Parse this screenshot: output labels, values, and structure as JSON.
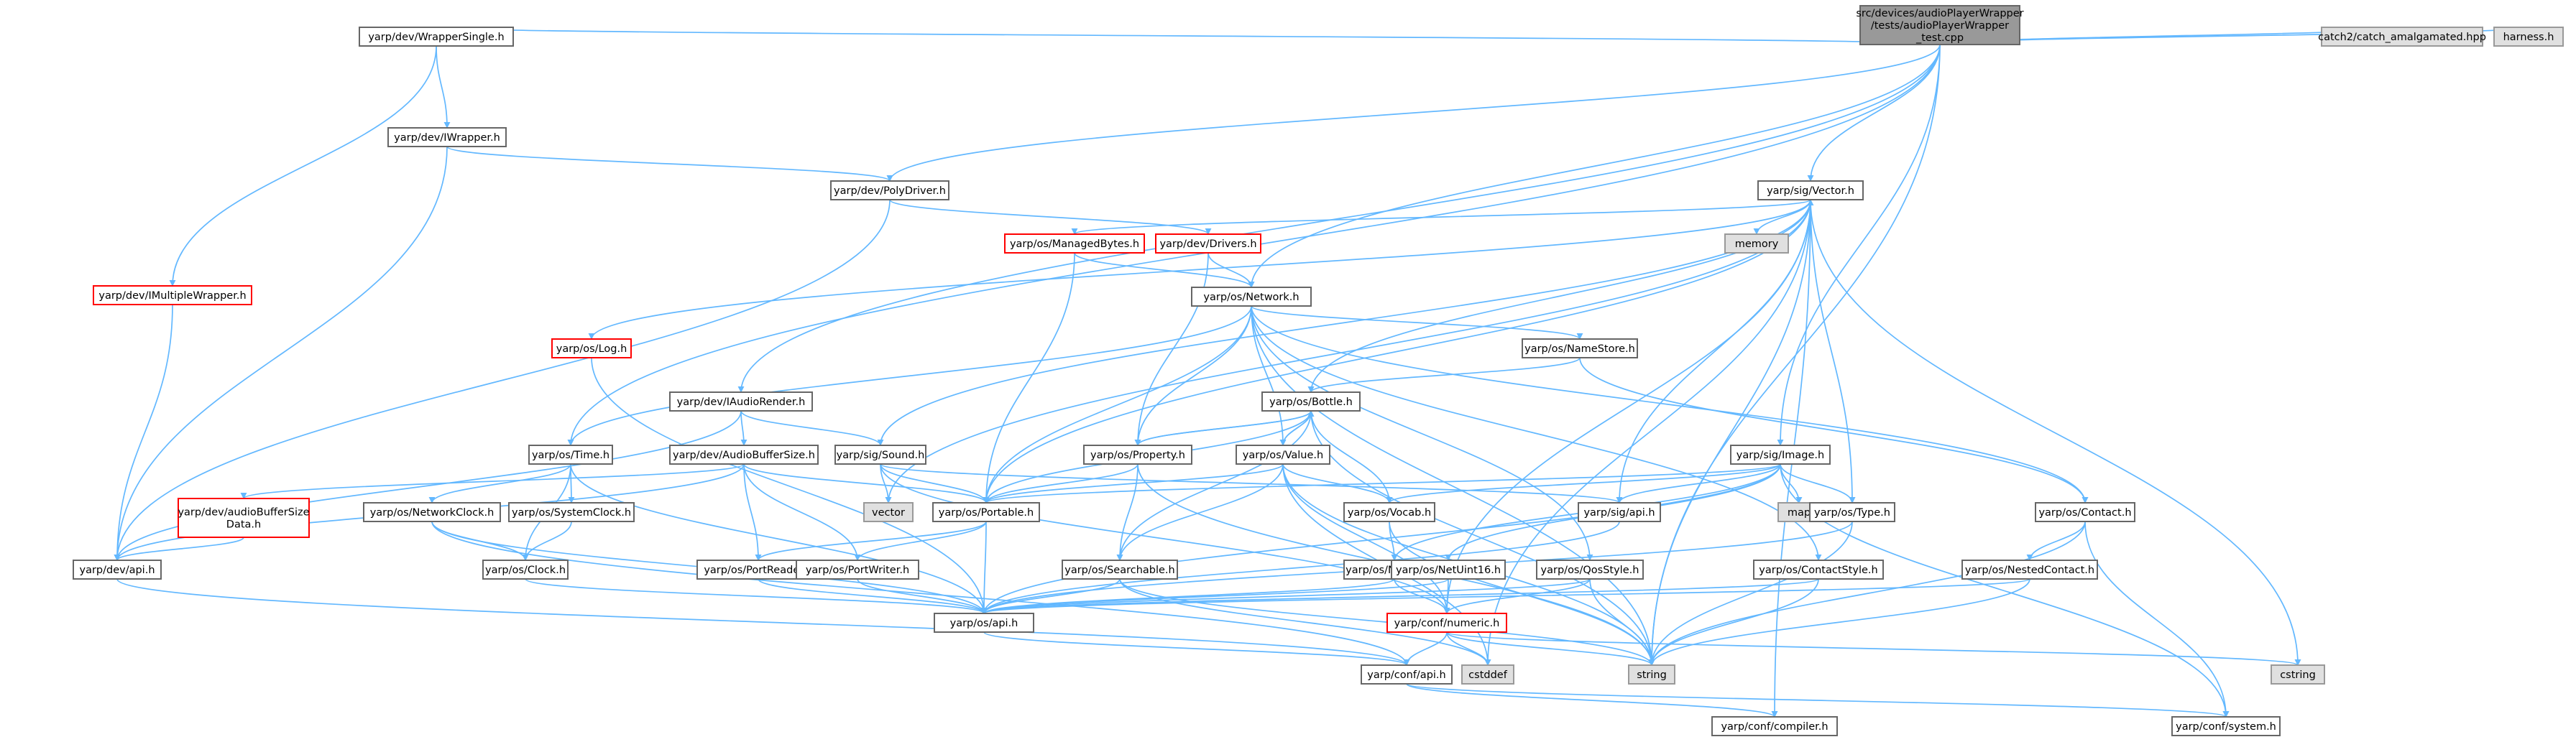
{
  "colors": {
    "edge": "#63b8ff",
    "node_border": "#666666",
    "node_fill": "#ffffff",
    "external_fill": "#e0e0e0",
    "external_border": "#999999",
    "truncated_border": "#ff0000",
    "root_fill": "#999999",
    "root_border": "#666666"
  },
  "nodes": [
    {
      "id": "root",
      "label": "src/devices/audioPlayerWrapper\n/tests/audioPlayerWrapper\n_test.cpp",
      "style": "root"
    },
    {
      "id": "wrappersingle",
      "label": "yarp/dev/WrapperSingle.h",
      "style": "normal"
    },
    {
      "id": "catch2",
      "label": "catch2/catch_amalgamated.hpp",
      "style": "external"
    },
    {
      "id": "harness",
      "label": "harness.h",
      "style": "external"
    },
    {
      "id": "iwrapper",
      "label": "yarp/dev/IWrapper.h",
      "style": "normal"
    },
    {
      "id": "polydriver",
      "label": "yarp/dev/PolyDriver.h",
      "style": "normal"
    },
    {
      "id": "sigvector",
      "label": "yarp/sig/Vector.h",
      "style": "normal"
    },
    {
      "id": "memory",
      "label": "memory",
      "style": "external"
    },
    {
      "id": "managedbytes",
      "label": "yarp/os/ManagedBytes.h",
      "style": "truncated"
    },
    {
      "id": "drivers",
      "label": "yarp/dev/Drivers.h",
      "style": "truncated"
    },
    {
      "id": "imultiplewrapper",
      "label": "yarp/dev/IMultipleWrapper.h",
      "style": "truncated"
    },
    {
      "id": "network",
      "label": "yarp/os/Network.h",
      "style": "normal"
    },
    {
      "id": "oslog",
      "label": "yarp/os/Log.h",
      "style": "truncated"
    },
    {
      "id": "namestore",
      "label": "yarp/os/NameStore.h",
      "style": "normal"
    },
    {
      "id": "iaudiorender",
      "label": "yarp/dev/IAudioRender.h",
      "style": "normal"
    },
    {
      "id": "bottle",
      "label": "yarp/os/Bottle.h",
      "style": "normal"
    },
    {
      "id": "ostime",
      "label": "yarp/os/Time.h",
      "style": "normal"
    },
    {
      "id": "audiobuffersize",
      "label": "yarp/dev/AudioBufferSize.h",
      "style": "normal"
    },
    {
      "id": "sound",
      "label": "yarp/sig/Sound.h",
      "style": "normal"
    },
    {
      "id": "property",
      "label": "yarp/os/Property.h",
      "style": "normal"
    },
    {
      "id": "osvalue",
      "label": "yarp/os/Value.h",
      "style": "normal"
    },
    {
      "id": "sigimage",
      "label": "yarp/sig/Image.h",
      "style": "normal"
    },
    {
      "id": "audiobuffersizedata",
      "label": "yarp/dev/audioBufferSize\nData.h",
      "style": "truncated"
    },
    {
      "id": "networkclock",
      "label": "yarp/os/NetworkClock.h",
      "style": "normal"
    },
    {
      "id": "systemclock",
      "label": "yarp/os/SystemClock.h",
      "style": "normal"
    },
    {
      "id": "vector",
      "label": "vector",
      "style": "external"
    },
    {
      "id": "portable",
      "label": "yarp/os/Portable.h",
      "style": "normal"
    },
    {
      "id": "vocab",
      "label": "yarp/os/Vocab.h",
      "style": "normal"
    },
    {
      "id": "sigapi",
      "label": "yarp/sig/api.h",
      "style": "normal"
    },
    {
      "id": "map",
      "label": "map",
      "style": "external"
    },
    {
      "id": "ostype",
      "label": "yarp/os/Type.h",
      "style": "normal"
    },
    {
      "id": "contact",
      "label": "yarp/os/Contact.h",
      "style": "normal"
    },
    {
      "id": "devapi",
      "label": "yarp/dev/api.h",
      "style": "normal"
    },
    {
      "id": "osclock",
      "label": "yarp/os/Clock.h",
      "style": "normal"
    },
    {
      "id": "portreader",
      "label": "yarp/os/PortReader.h",
      "style": "normal"
    },
    {
      "id": "portwriter",
      "label": "yarp/os/PortWriter.h",
      "style": "normal"
    },
    {
      "id": "searchable",
      "label": "yarp/os/Searchable.h",
      "style": "normal"
    },
    {
      "id": "netint32",
      "label": "yarp/os/NetInt32.h",
      "style": "normal"
    },
    {
      "id": "netuint16",
      "label": "yarp/os/NetUint16.h",
      "style": "normal"
    },
    {
      "id": "qosstyle",
      "label": "yarp/os/QosStyle.h",
      "style": "normal"
    },
    {
      "id": "contactstyle",
      "label": "yarp/os/ContactStyle.h",
      "style": "normal"
    },
    {
      "id": "nestedcontact",
      "label": "yarp/os/NestedContact.h",
      "style": "normal"
    },
    {
      "id": "osapi",
      "label": "yarp/os/api.h",
      "style": "normal"
    },
    {
      "id": "confnumeric",
      "label": "yarp/conf/numeric.h",
      "style": "truncated"
    },
    {
      "id": "confapi",
      "label": "yarp/conf/api.h",
      "style": "normal"
    },
    {
      "id": "cstddef",
      "label": "cstddef",
      "style": "external"
    },
    {
      "id": "string",
      "label": "string",
      "style": "external"
    },
    {
      "id": "cstring",
      "label": "cstring",
      "style": "external"
    },
    {
      "id": "confcompiler",
      "label": "yarp/conf/compiler.h",
      "style": "normal"
    },
    {
      "id": "confsystem",
      "label": "yarp/conf/system.h",
      "style": "normal"
    }
  ],
  "edges": [
    [
      "root",
      "wrappersingle"
    ],
    [
      "root",
      "catch2"
    ],
    [
      "root",
      "harness"
    ],
    [
      "root",
      "polydriver"
    ],
    [
      "root",
      "sigvector"
    ],
    [
      "root",
      "network"
    ],
    [
      "root",
      "ostime"
    ],
    [
      "root",
      "iaudiorender"
    ],
    [
      "root",
      "sigimage"
    ],
    [
      "root",
      "string"
    ],
    [
      "wrappersingle",
      "iwrapper"
    ],
    [
      "wrappersingle",
      "imultiplewrapper"
    ],
    [
      "iwrapper",
      "polydriver"
    ],
    [
      "iwrapper",
      "devapi"
    ],
    [
      "polydriver",
      "drivers"
    ],
    [
      "polydriver",
      "devapi"
    ],
    [
      "imultiplewrapper",
      "devapi"
    ],
    [
      "sigvector",
      "memory"
    ],
    [
      "sigvector",
      "managedbytes"
    ],
    [
      "sigvector",
      "oslog"
    ],
    [
      "sigvector",
      "portable"
    ],
    [
      "sigvector",
      "sigapi"
    ],
    [
      "sigvector",
      "ostype"
    ],
    [
      "sigvector",
      "confnumeric"
    ],
    [
      "sigvector",
      "cstddef"
    ],
    [
      "sigvector",
      "string"
    ],
    [
      "sigvector",
      "cstring"
    ],
    [
      "sigvector",
      "bottle"
    ],
    [
      "sigvector",
      "vector"
    ],
    [
      "managedbytes",
      "network"
    ],
    [
      "managedbytes",
      "portable"
    ],
    [
      "drivers",
      "network"
    ],
    [
      "drivers",
      "property"
    ],
    [
      "oslog",
      "osapi"
    ],
    [
      "network",
      "namestore"
    ],
    [
      "network",
      "ostime"
    ],
    [
      "network",
      "contact"
    ],
    [
      "network",
      "property"
    ],
    [
      "network",
      "osvalue"
    ],
    [
      "network",
      "portable"
    ],
    [
      "network",
      "qosstyle"
    ],
    [
      "network",
      "contactstyle"
    ],
    [
      "network",
      "string"
    ],
    [
      "namestore",
      "bottle"
    ],
    [
      "namestore",
      "contact"
    ],
    [
      "iaudiorender",
      "audiobuffersize"
    ],
    [
      "iaudiorender",
      "sound"
    ],
    [
      "iaudiorender",
      "devapi"
    ],
    [
      "audiobuffersize",
      "audiobuffersizedata"
    ],
    [
      "audiobuffersize",
      "portable"
    ],
    [
      "audiobuffersize",
      "portreader"
    ],
    [
      "audiobuffersize",
      "portwriter"
    ],
    [
      "audiobuffersize",
      "devapi"
    ],
    [
      "audiobuffersizedata",
      "devapi"
    ],
    [
      "sound",
      "sigvector"
    ],
    [
      "sound",
      "portable"
    ],
    [
      "sound",
      "sigapi"
    ],
    [
      "sound",
      "vector"
    ],
    [
      "sound",
      "confnumeric"
    ],
    [
      "bottle",
      "portable"
    ],
    [
      "bottle",
      "searchable"
    ],
    [
      "bottle",
      "property"
    ],
    [
      "bottle",
      "osvalue"
    ],
    [
      "bottle",
      "vocab"
    ],
    [
      "bottle",
      "string"
    ],
    [
      "property",
      "bottle"
    ],
    [
      "property",
      "portable"
    ],
    [
      "property",
      "searchable"
    ],
    [
      "property",
      "string"
    ],
    [
      "osvalue",
      "bottle"
    ],
    [
      "osvalue",
      "portable"
    ],
    [
      "osvalue",
      "searchable"
    ],
    [
      "osvalue",
      "vocab"
    ],
    [
      "osvalue",
      "confnumeric"
    ],
    [
      "osvalue",
      "string"
    ],
    [
      "osvalue",
      "cstddef"
    ],
    [
      "ostime",
      "networkclock"
    ],
    [
      "ostime",
      "systemclock"
    ],
    [
      "ostime",
      "osclock"
    ],
    [
      "ostime",
      "osapi"
    ],
    [
      "networkclock",
      "osclock"
    ],
    [
      "networkclock",
      "osapi"
    ],
    [
      "networkclock",
      "confapi"
    ],
    [
      "systemclock",
      "osclock"
    ],
    [
      "osclock",
      "osapi"
    ],
    [
      "portable",
      "portreader"
    ],
    [
      "portable",
      "portwriter"
    ],
    [
      "portable",
      "osapi"
    ],
    [
      "portreader",
      "osapi"
    ],
    [
      "portwriter",
      "osapi"
    ],
    [
      "searchable",
      "osapi"
    ],
    [
      "searchable",
      "string"
    ],
    [
      "searchable",
      "cstddef"
    ],
    [
      "vocab",
      "netint32"
    ],
    [
      "vocab",
      "string"
    ],
    [
      "netint32",
      "osapi"
    ],
    [
      "netint32",
      "confnumeric"
    ],
    [
      "netuint16",
      "osapi"
    ],
    [
      "netuint16",
      "confnumeric"
    ],
    [
      "qosstyle",
      "osapi"
    ],
    [
      "qosstyle",
      "confnumeric"
    ],
    [
      "qosstyle",
      "string"
    ],
    [
      "contactstyle",
      "osapi"
    ],
    [
      "contactstyle",
      "string"
    ],
    [
      "nestedcontact",
      "osapi"
    ],
    [
      "nestedcontact",
      "string"
    ],
    [
      "contact",
      "nestedcontact"
    ],
    [
      "contact",
      "string"
    ],
    [
      "contact",
      "confsystem"
    ],
    [
      "sigimage",
      "sigapi"
    ],
    [
      "sigimage",
      "vocab"
    ],
    [
      "sigimage",
      "ostype"
    ],
    [
      "sigimage",
      "map"
    ],
    [
      "sigimage",
      "netint32"
    ],
    [
      "sigimage",
      "netuint16"
    ],
    [
      "sigimage",
      "portable"
    ],
    [
      "sigimage",
      "osapi"
    ],
    [
      "sigimage",
      "confsystem"
    ],
    [
      "ostype",
      "string"
    ],
    [
      "ostype",
      "osapi"
    ],
    [
      "sigapi",
      "osapi"
    ],
    [
      "devapi",
      "confapi"
    ],
    [
      "osapi",
      "confapi"
    ],
    [
      "confnumeric",
      "confapi"
    ],
    [
      "confnumeric",
      "cstddef"
    ],
    [
      "confnumeric",
      "string"
    ],
    [
      "confnumeric",
      "cstring"
    ],
    [
      "confapi",
      "confcompiler"
    ],
    [
      "confapi",
      "confsystem"
    ],
    [
      "sigvector",
      "confcompiler"
    ]
  ]
}
